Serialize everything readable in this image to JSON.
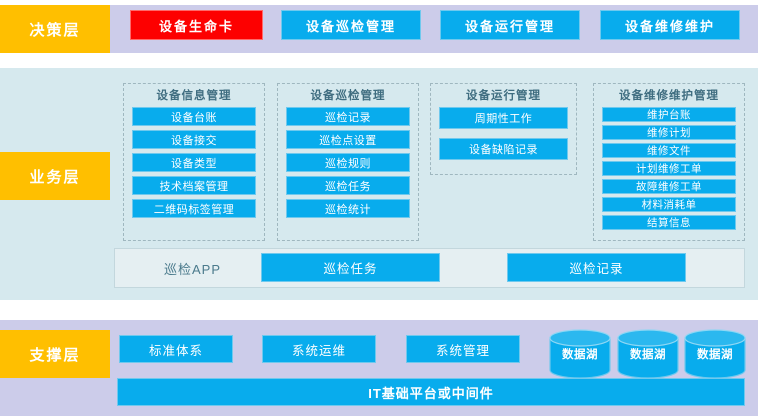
{
  "colors": {
    "band_purple": "#ccccea",
    "band_business": "#d6e9ee",
    "tag_yellow": "#ffbf00",
    "blue": "#08aced",
    "red": "#fd0000",
    "group_border": "#9fb7bf",
    "app_strip": "#e5eff2"
  },
  "decision_layer": {
    "tag": "决策层",
    "items": [
      {
        "label": "设备生命卡",
        "style": "red"
      },
      {
        "label": "设备巡检管理",
        "style": "blue"
      },
      {
        "label": "设备运行管理",
        "style": "blue"
      },
      {
        "label": "设备维修维护",
        "style": "blue"
      }
    ]
  },
  "business_layer": {
    "tag": "业务层",
    "groups": [
      {
        "title": "设备信息管理",
        "items": [
          "设备台账",
          "设备接交",
          "设备类型",
          "技术档案管理",
          "二维码标签管理"
        ]
      },
      {
        "title": "设备巡检管理",
        "items": [
          "巡检记录",
          "巡检点设置",
          "巡检规则",
          "巡检任务",
          "巡检统计"
        ]
      },
      {
        "title": "设备运行管理",
        "items": [
          "周期性工作",
          "设备缺陷记录"
        ]
      },
      {
        "title": "设备维修维护管理",
        "items": [
          "维护台账",
          "维修计划",
          "维修文件",
          "计划维修工单",
          "故障维修工单",
          "材料消耗单",
          "结算信息"
        ]
      }
    ],
    "app_strip": {
      "label": "巡检APP",
      "buttons": [
        "巡检任务",
        "巡检记录"
      ]
    }
  },
  "support_layer": {
    "tag": "支撑层",
    "items": [
      "标准体系",
      "系统运维",
      "系统管理"
    ],
    "data_lakes": [
      "数据湖",
      "数据湖",
      "数据湖"
    ],
    "platform": "IT基础平台或中间件"
  }
}
